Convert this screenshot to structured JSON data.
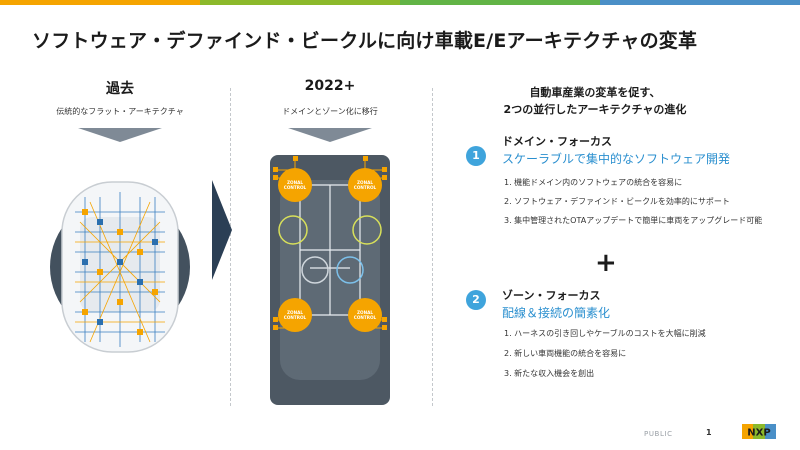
{
  "slide": {
    "title": "ソフトウェア・デファインド・ビークルに向け車載E/Eアーキテクチャの変革",
    "brand_colors": [
      "#f5a400",
      "#8cb92b",
      "#62b446",
      "#4a8fc7"
    ]
  },
  "left": {
    "heading": "過去",
    "subheading": "伝統的なフラット・アーキテクチャ"
  },
  "middle": {
    "heading": "2022+",
    "subheading": "ドメインとゾーン化に移行",
    "zonal_label_line1": "ZONAL",
    "zonal_label_line2": "CONTROL"
  },
  "right": {
    "title_line1": "自動車産業の変革を促す、",
    "title_line2": "2つの並行したアーキテクチャの進化",
    "section1": {
      "number": "1",
      "heading": "ドメイン・フォーカス",
      "subheading": "スケーラブルで集中的なソフトウェア開発",
      "bullets": [
        "1.  機能ドメイン内のソフトウェアの統合を容易に",
        "2.  ソフトウェア・デファインド・ビークルを効率的にサポート",
        "3.  集中管理されたOTAアップデートで簡単に車両をアップグレード可能"
      ]
    },
    "plus": "+",
    "section2": {
      "number": "2",
      "heading": "ゾーン・フォーカス",
      "subheading": "配線＆接続の簡素化",
      "bullets": [
        "1.  ハーネスの引き回しやケーブルのコストを大幅に削減",
        "2.  新しい車両機能の統合を容易に",
        "3.  新たな収入機会を創出"
      ]
    }
  },
  "footer": {
    "classification": "PUBLIC",
    "page": "1",
    "logo_text": "NXP"
  }
}
